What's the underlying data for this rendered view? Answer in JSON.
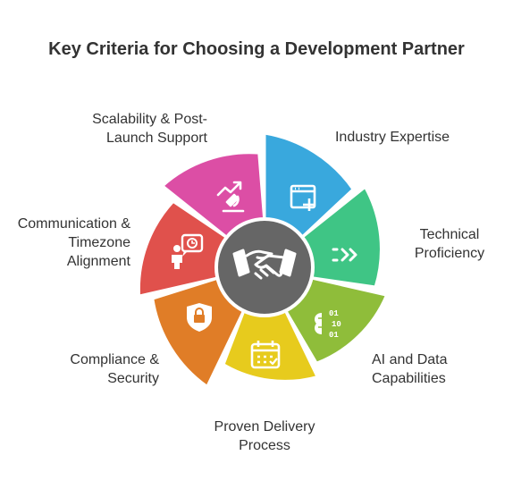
{
  "title": "Key Criteria for Choosing a Development Partner",
  "center": {
    "icon": "handshake-icon",
    "color": "#666666"
  },
  "segments": [
    {
      "id": "industry-expertise",
      "lines": [
        "Industry Expertise"
      ],
      "color": "#39a8dd",
      "icon": "browser-add-icon"
    },
    {
      "id": "technical-proficiency",
      "lines": [
        "Technical",
        "Proficiency"
      ],
      "color": "#3fc585",
      "icon": "forward-arrows-icon"
    },
    {
      "id": "ai-data",
      "lines": [
        "AI and Data",
        "Capabilities"
      ],
      "color": "#8fbd3a",
      "icon": "ai-binary-icon"
    },
    {
      "id": "proven-delivery",
      "lines": [
        "Proven Delivery",
        "Process"
      ],
      "color": "#e7cb1d",
      "icon": "calendar-icon"
    },
    {
      "id": "compliance-security",
      "lines": [
        "Compliance &",
        "Security"
      ],
      "color": "#e07d27",
      "icon": "shield-lock-icon"
    },
    {
      "id": "communication-timezone",
      "lines": [
        "Communication &",
        "Timezone",
        "Alignment"
      ],
      "color": "#e0514c",
      "icon": "person-clock-icon"
    },
    {
      "id": "scalability",
      "lines": [
        "Scalability & Post-",
        "Launch Support"
      ],
      "color": "#dc4ea5",
      "icon": "growth-microscope-icon"
    }
  ]
}
